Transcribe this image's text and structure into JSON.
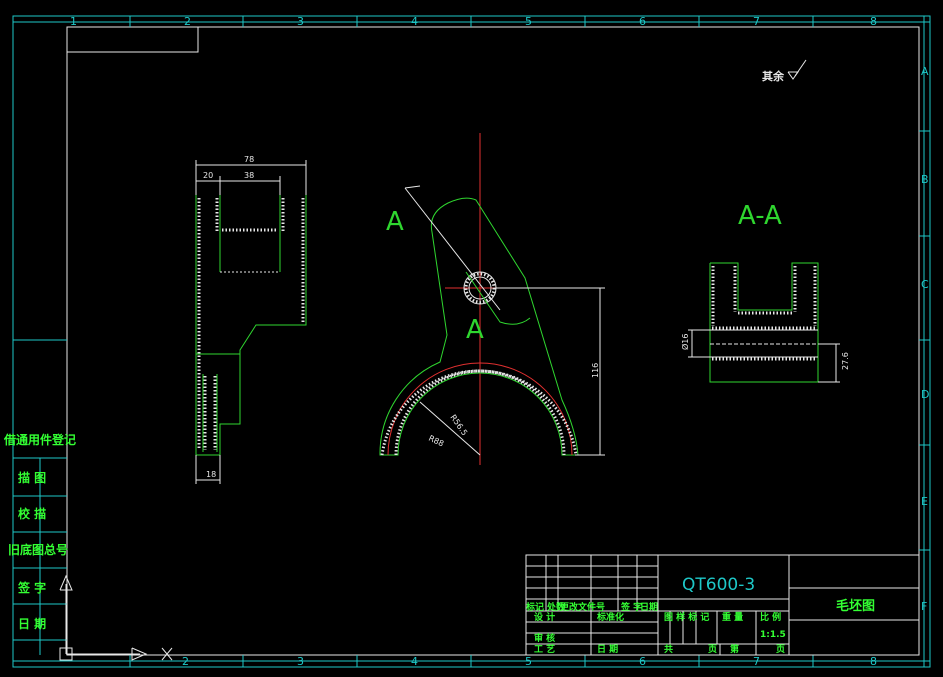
{
  "zones": {
    "columns": [
      "1",
      "2",
      "3",
      "4",
      "5",
      "6",
      "7",
      "8"
    ],
    "rows": [
      "A",
      "B",
      "C",
      "D",
      "E",
      "F"
    ]
  },
  "roughness": {
    "label": "其余"
  },
  "side_view": {
    "dims": {
      "overall_width": "78",
      "left": "20",
      "slot": "38",
      "bottom": "18"
    }
  },
  "front_view": {
    "section_mark": "A",
    "dims": {
      "height": "116",
      "r_outer": "R88",
      "r_inner": "R56.5"
    }
  },
  "section_view": {
    "title": "A-A",
    "dims": {
      "hole": "Ø16",
      "offset": "27.6"
    }
  },
  "left_panel": {
    "labels": [
      "借通用件登记",
      "描 图",
      "校 描",
      "旧底图总号",
      "签 字",
      "日 期"
    ]
  },
  "title_block": {
    "material": "QT600-3",
    "part_name": "毛坯图",
    "scale": "1:1.5",
    "row_revision": [
      "标记",
      "处数",
      "更改文件号",
      "签 字",
      "日期"
    ],
    "design_label": "设 计",
    "standardize_label": "标准化",
    "review_label": "审 核",
    "process_label": "工 艺",
    "date_label": "日 期",
    "stage_label": "图 样 标 记",
    "weight_label": "重 量",
    "scale_label": "比 例",
    "total_label": "共",
    "page_label": "页",
    "sheet_label": "第"
  }
}
